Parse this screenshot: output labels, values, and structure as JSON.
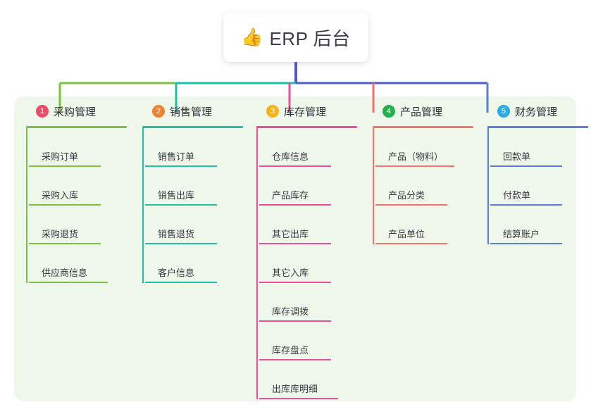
{
  "title": {
    "icon": "thumbs-up-icon",
    "emoji": "👍",
    "text": "ERP 后台"
  },
  "palette": {
    "panel_bg": "#eef7ea",
    "page_bg": "#ffffff",
    "stem": "#4f5bc4",
    "text": "#3a3a42"
  },
  "columns": [
    {
      "number": "1",
      "title": "采购管理",
      "badge_color": "#ef4b6b",
      "line_color": "#7dc242",
      "items": [
        {
          "label": "采购订单"
        },
        {
          "label": "采购入库"
        },
        {
          "label": "采购退货"
        },
        {
          "label": "供应商信息"
        }
      ]
    },
    {
      "number": "2",
      "title": "销售管理",
      "badge_color": "#f2812f",
      "line_color": "#1fc0a8",
      "items": [
        {
          "label": "销售订单"
        },
        {
          "label": "销售出库"
        },
        {
          "label": "销售退货"
        },
        {
          "label": "客户信息"
        }
      ]
    },
    {
      "number": "3",
      "title": "库存管理",
      "badge_color": "#f5b417",
      "line_color": "#ea4f9c",
      "items": [
        {
          "label": "仓库信息"
        },
        {
          "label": "产品库存"
        },
        {
          "label": "其它出库"
        },
        {
          "label": "其它入库"
        },
        {
          "label": "库存调拨"
        },
        {
          "label": "库存盘点"
        },
        {
          "label": "出库库明细"
        }
      ]
    },
    {
      "number": "4",
      "title": "产品管理",
      "badge_color": "#22b14c",
      "line_color": "#f4736b",
      "items": [
        {
          "label": "产品（物料）"
        },
        {
          "label": "产品分类"
        },
        {
          "label": "产品单位"
        }
      ]
    },
    {
      "number": "5",
      "title": "财务管理",
      "badge_color": "#2aace2",
      "line_color": "#5c7fd6",
      "items": [
        {
          "label": "回款单"
        },
        {
          "label": "付款单"
        },
        {
          "label": "结算账户"
        }
      ]
    }
  ]
}
